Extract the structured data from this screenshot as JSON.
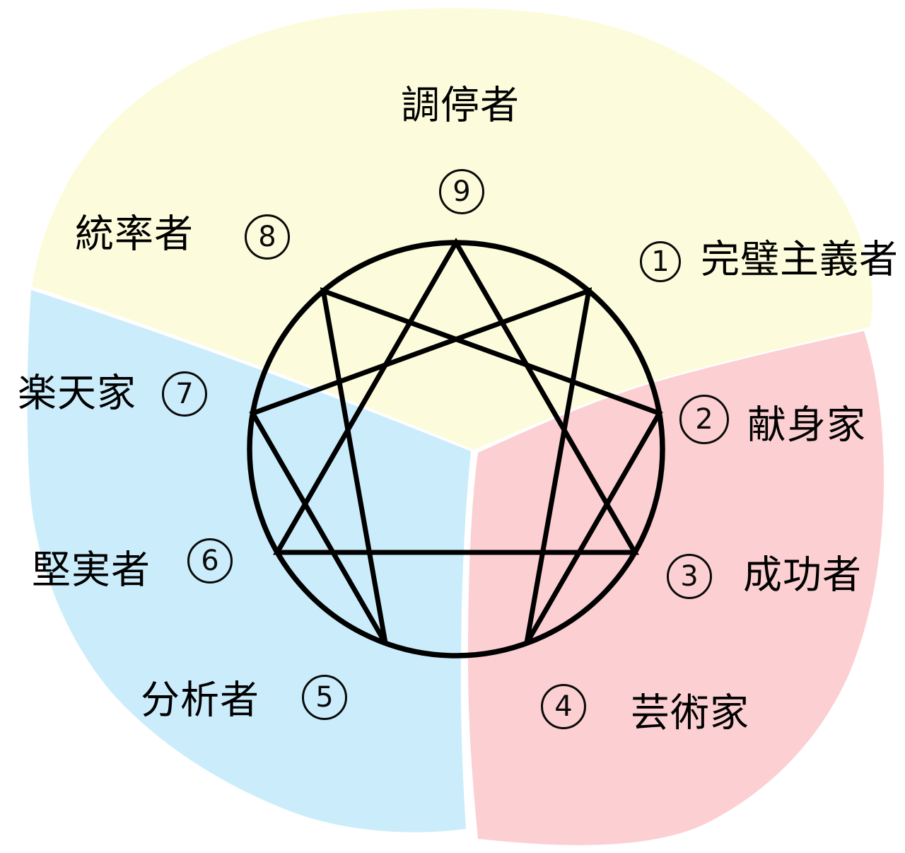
{
  "diagram": {
    "kind": "enneagram-personality-diagram",
    "colors": {
      "yellow": "#FCFCDC",
      "blue": "#CBEDFB",
      "pink": "#FCCFD2",
      "line": "#000000"
    },
    "types": [
      {
        "number": "1",
        "label": "完璧主義者"
      },
      {
        "number": "2",
        "label": "献身家"
      },
      {
        "number": "3",
        "label": "成功者"
      },
      {
        "number": "4",
        "label": "芸術家"
      },
      {
        "number": "5",
        "label": "分析者"
      },
      {
        "number": "6",
        "label": "堅実者"
      },
      {
        "number": "7",
        "label": "楽天家"
      },
      {
        "number": "8",
        "label": "統率者"
      },
      {
        "number": "9",
        "label": "調停者"
      }
    ]
  }
}
